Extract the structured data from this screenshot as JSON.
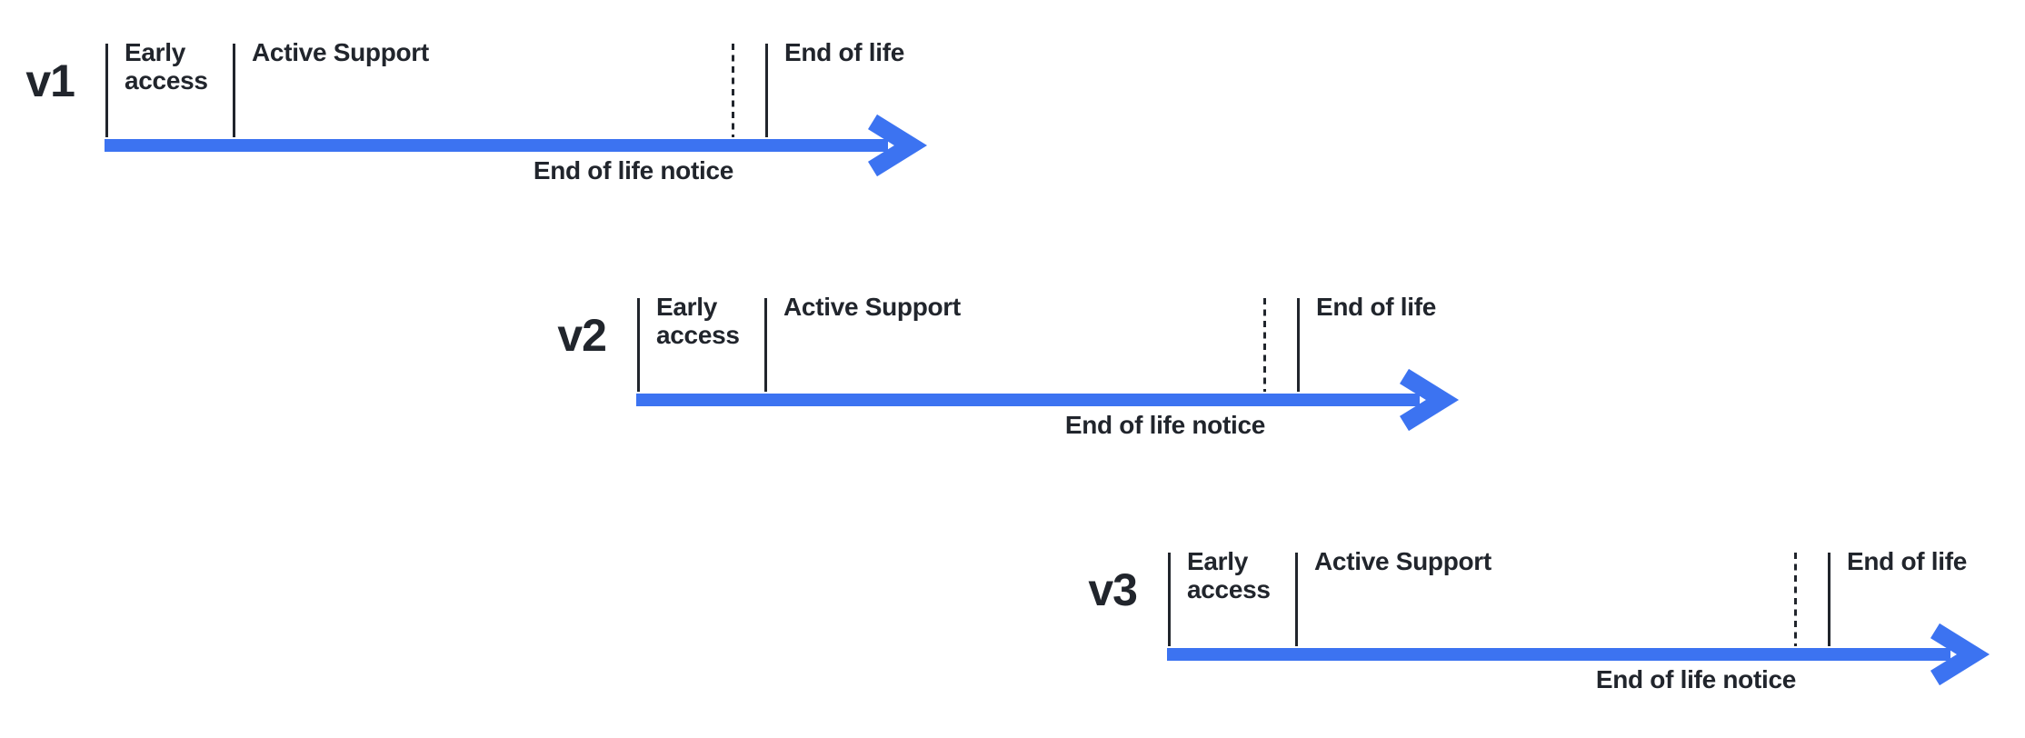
{
  "colors": {
    "accent_blue": "#3c73f1",
    "ink": "#21252c"
  },
  "timelines": [
    {
      "version_label": "v1",
      "phases": {
        "early_access": "Early\naccess",
        "active_support": "Active Support",
        "end_of_life": "End of life"
      },
      "notice_label": "End of life notice"
    },
    {
      "version_label": "v2",
      "phases": {
        "early_access": "Early\naccess",
        "active_support": "Active Support",
        "end_of_life": "End of life"
      },
      "notice_label": "End of life notice"
    },
    {
      "version_label": "v3",
      "phases": {
        "early_access": "Early\naccess",
        "active_support": "Active Support",
        "end_of_life": "End of life"
      },
      "notice_label": "End of life notice"
    }
  ]
}
